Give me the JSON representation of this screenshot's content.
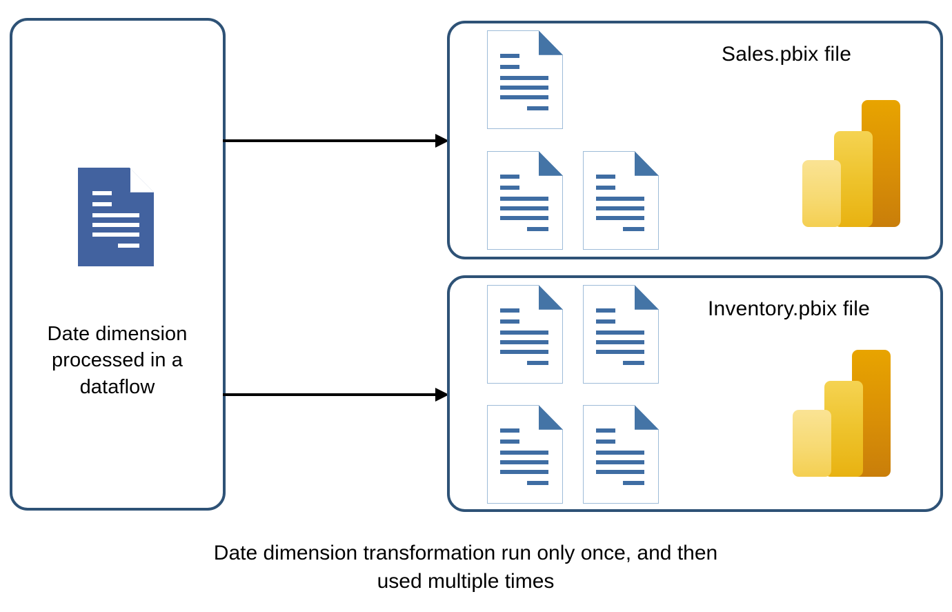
{
  "diagram": {
    "title": "Date dimension dataflow reuse diagram",
    "source_box": {
      "caption": "Date dimension processed in a dataflow",
      "icon": "document-icon"
    },
    "targets": [
      {
        "id": "sales",
        "label": "Sales.pbix file",
        "document_count": 3,
        "logo": "power-bi-logo"
      },
      {
        "id": "inventory",
        "label": "Inventory.pbix file",
        "document_count": 4,
        "logo": "power-bi-logo"
      }
    ],
    "arrows": [
      {
        "id": "arrow-to-sales",
        "from": "source_box",
        "to": "sales"
      },
      {
        "id": "arrow-to-inventory",
        "from": "source_box",
        "to": "inventory"
      }
    ],
    "footer_caption": "Date dimension transformation run only once, and then used multiple times",
    "colors": {
      "box_border": "#2e5276",
      "document_blue": "#42629f",
      "document_line": "#3f6da3",
      "document_outline": "#9dbbd8",
      "document_fold": "#4474a6",
      "arrow": "#000000",
      "logo_back_bar": "#d98f06",
      "logo_mid_bar": "#eec32c",
      "logo_front_bar": "#f7da73",
      "text": "#000000",
      "background": "#ffffff"
    }
  }
}
